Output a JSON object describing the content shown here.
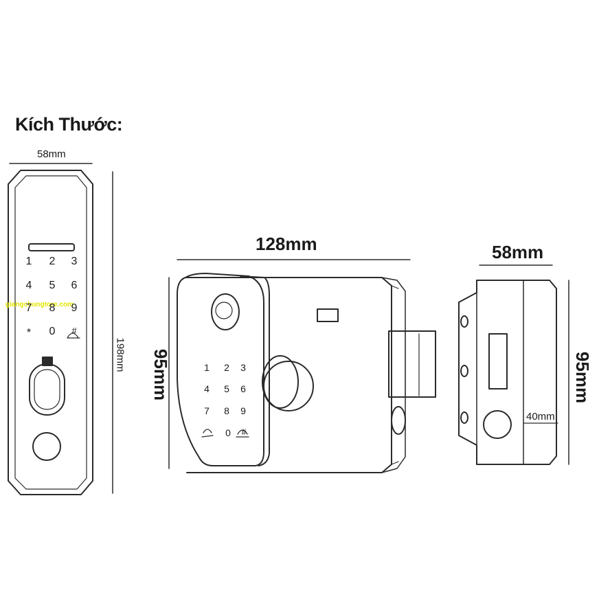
{
  "title": "Kích Thước:",
  "watermark": "giangchungtore.com",
  "front_panel": {
    "width_label": "58mm",
    "height_label": "198mm",
    "keys": [
      "1",
      "2",
      "3",
      "4",
      "5",
      "6",
      "7",
      "8",
      "9",
      "*",
      "0",
      "#"
    ]
  },
  "lock_body": {
    "width_label": "128mm",
    "height_label": "95mm",
    "keys": [
      "1",
      "2",
      "3",
      "4",
      "5",
      "6",
      "7",
      "8",
      "9",
      "0",
      "#"
    ]
  },
  "side_view": {
    "width_label": "58mm",
    "height_label": "95mm",
    "hole_label": "40mm"
  },
  "colors": {
    "stroke": "#2a2a2a",
    "watermark": "#e4e400"
  }
}
